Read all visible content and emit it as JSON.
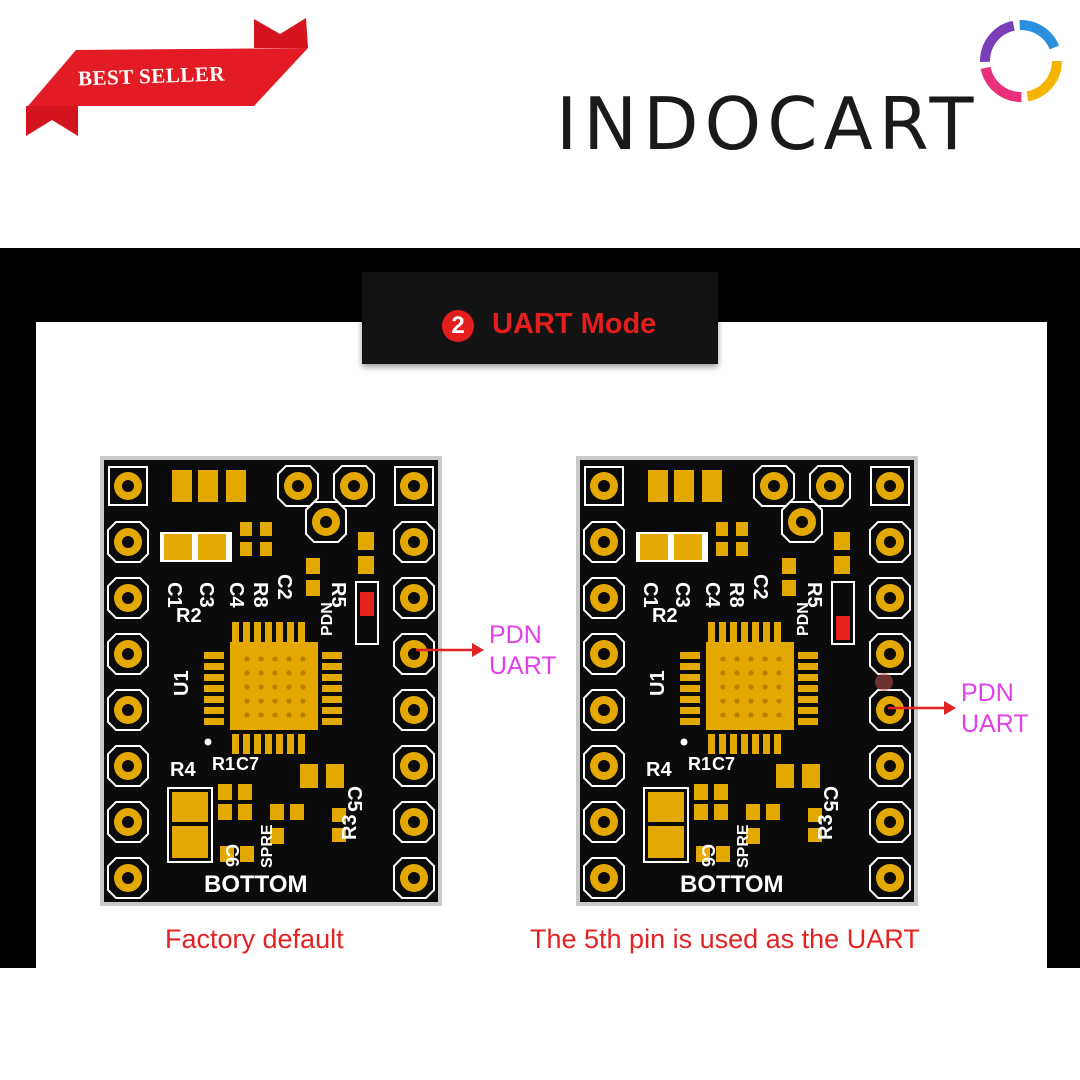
{
  "badge": {
    "label": "BEST SELLER"
  },
  "brand": {
    "name": "INDOCART"
  },
  "header": {
    "step_number": "2",
    "title": "UART Mode"
  },
  "boards": [
    {
      "caption": "Factory default",
      "annotation": {
        "line1": "PDN",
        "line2": "UART"
      },
      "silkscreen": [
        "C1",
        "C3",
        "C4",
        "R8",
        "R2",
        "C2",
        "R5",
        "PDN",
        "U1",
        "R4",
        "R1",
        "C7",
        "C6",
        "SPRE",
        "C5",
        "R3",
        "BOTTOM"
      ]
    },
    {
      "caption": "The 5th pin is used as the UART",
      "annotation": {
        "line1": "PDN",
        "line2": "UART"
      },
      "silkscreen": [
        "C1",
        "C3",
        "C4",
        "R8",
        "R2",
        "C2",
        "R5",
        "PDN",
        "U1",
        "R4",
        "R1",
        "C7",
        "C6",
        "SPRE",
        "C5",
        "R3",
        "BOTTOM"
      ]
    }
  ],
  "colors": {
    "accent_red": "#e41d1d",
    "annotation_magenta": "#e040e8",
    "pcb_black": "#0b0b0b",
    "pad_gold": "#e3a900",
    "frame": "#000000"
  }
}
